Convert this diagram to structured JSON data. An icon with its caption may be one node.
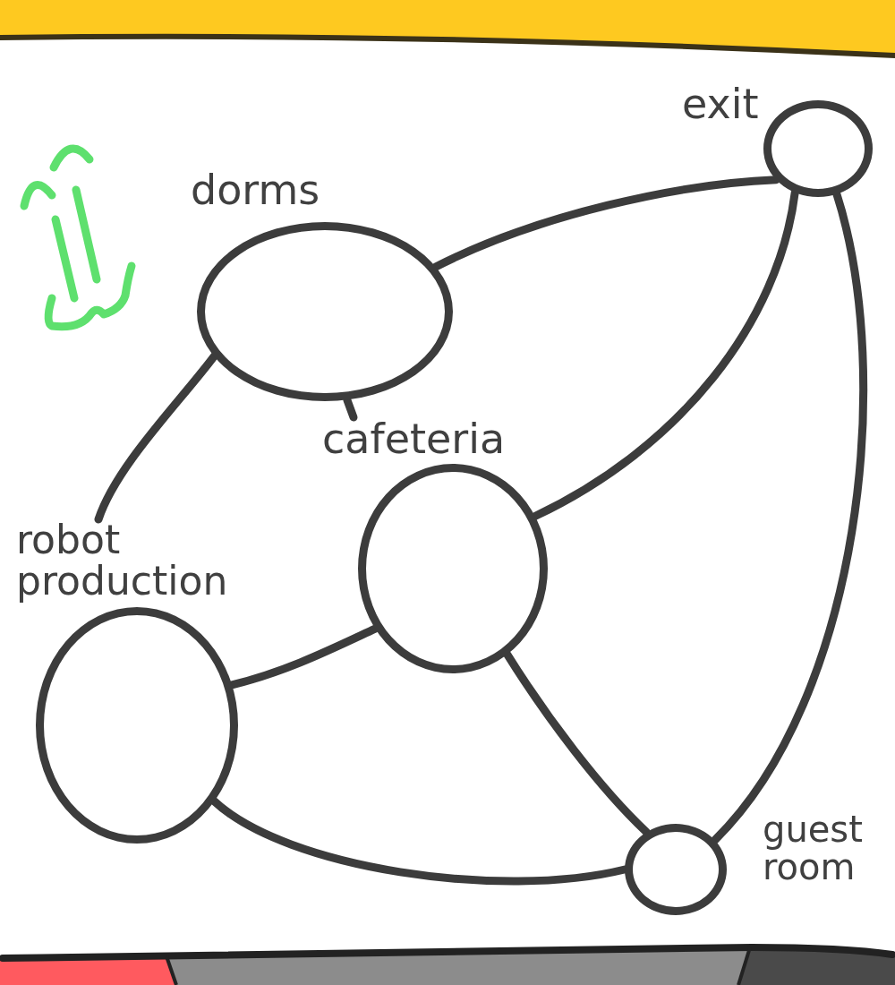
{
  "diagram": {
    "nodes": [
      {
        "text": [
          "exit"
        ]
      },
      {
        "text": [
          "dorms"
        ]
      },
      {
        "text": [
          "cafeteria"
        ]
      },
      {
        "text": [
          "robot production"
        ]
      },
      {
        "text": [
          "guest room"
        ]
      }
    ],
    "edges": [
      {
        "from": 1,
        "to": 0,
        "arrow": "none"
      },
      {
        "from": 1,
        "to": 3,
        "arrow": "none"
      },
      {
        "from": 1,
        "to": 2,
        "arrow": "none"
      },
      {
        "from": 0,
        "to": 2,
        "arrow": "none"
      },
      {
        "from": 0,
        "to": 4,
        "arrow": "none"
      },
      {
        "from": 3,
        "to": 2,
        "arrow": "none"
      },
      {
        "from": 3,
        "to": 4,
        "arrow": "none"
      },
      {
        "from": 2,
        "to": 4,
        "arrow": "none"
      }
    ]
  }
}
